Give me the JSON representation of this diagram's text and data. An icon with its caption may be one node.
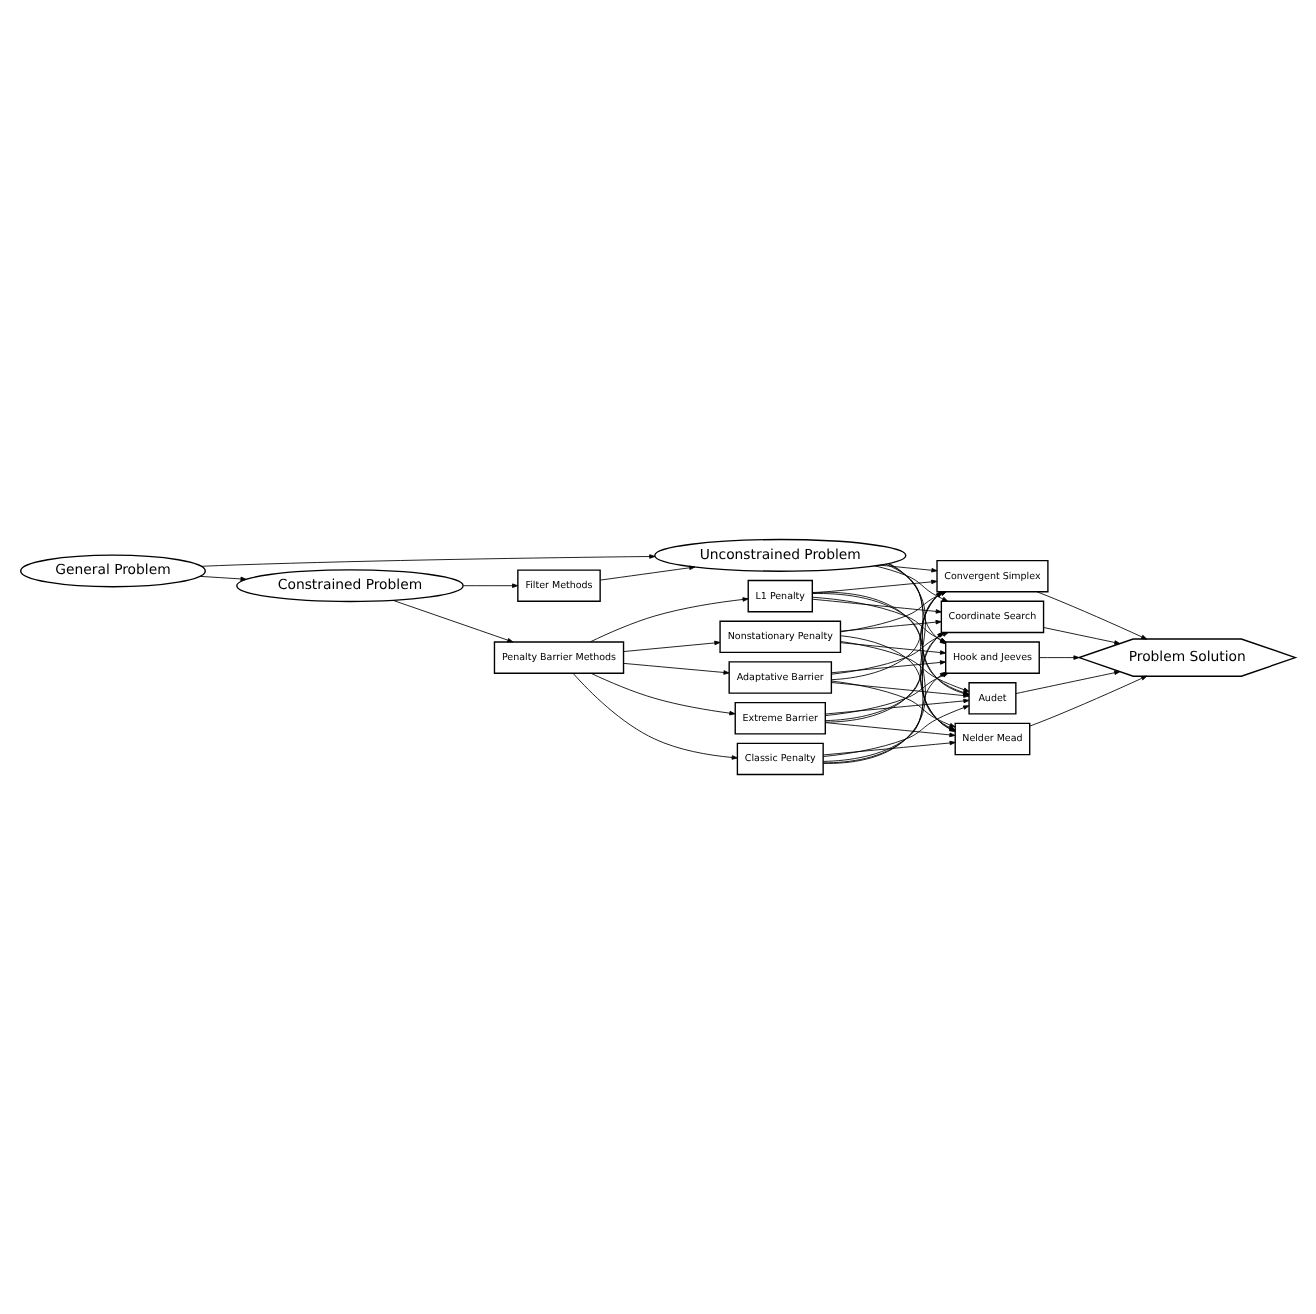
{
  "diagram": {
    "nodes": [
      {
        "text": [
          "General Problem"
        ]
      },
      {
        "text": [
          "Constrained Problem"
        ]
      },
      {
        "text": [
          "Unconstrained Problem"
        ]
      },
      {
        "text": [
          "Penalty Barrier Methods"
        ]
      },
      {
        "text": [
          "Filter Methods"
        ]
      },
      {
        "text": [
          "Nonstationary Penalty"
        ]
      },
      {
        "text": [
          "Adaptative Barrier"
        ]
      },
      {
        "text": [
          "Extreme Barrier"
        ]
      },
      {
        "text": [
          "Classic Penalty"
        ]
      },
      {
        "text": [
          "L1 Penalty"
        ]
      },
      {
        "text": [
          "Coordinate Search"
        ]
      },
      {
        "text": [
          "Hook and Jeeves"
        ]
      },
      {
        "text": [
          "Audet"
        ]
      },
      {
        "text": [
          "Nelder Mead"
        ]
      },
      {
        "text": [
          "Convergent Simplex"
        ]
      },
      {
        "text": [
          "Problem Solution"
        ]
      }
    ],
    "edges": [
      {
        "from": 0,
        "to": 1,
        "arrow": "to"
      },
      {
        "from": 0,
        "to": 2,
        "arrow": "to"
      },
      {
        "from": 1,
        "to": 3,
        "arrow": "to"
      },
      {
        "from": 1,
        "to": 4,
        "arrow": "to"
      },
      {
        "from": 4,
        "to": 2,
        "arrow": "to"
      },
      {
        "from": 3,
        "to": 5,
        "arrow": "to"
      },
      {
        "from": 3,
        "to": 6,
        "arrow": "to"
      },
      {
        "from": 3,
        "to": 7,
        "arrow": "to"
      },
      {
        "from": 3,
        "to": 8,
        "arrow": "to"
      },
      {
        "from": 3,
        "to": 9,
        "arrow": "to"
      },
      {
        "from": 2,
        "to": 10,
        "arrow": "to"
      },
      {
        "from": 2,
        "to": 11,
        "arrow": "to"
      },
      {
        "from": 2,
        "to": 12,
        "arrow": "to"
      },
      {
        "from": 2,
        "to": 13,
        "arrow": "to"
      },
      {
        "from": 2,
        "to": 14,
        "arrow": "to"
      },
      {
        "from": 5,
        "to": 10,
        "arrow": "to"
      },
      {
        "from": 5,
        "to": 11,
        "arrow": "to"
      },
      {
        "from": 5,
        "to": 12,
        "arrow": "to"
      },
      {
        "from": 5,
        "to": 13,
        "arrow": "to"
      },
      {
        "from": 5,
        "to": 14,
        "arrow": "to"
      },
      {
        "from": 6,
        "to": 10,
        "arrow": "to"
      },
      {
        "from": 6,
        "to": 11,
        "arrow": "to"
      },
      {
        "from": 6,
        "to": 12,
        "arrow": "to"
      },
      {
        "from": 6,
        "to": 13,
        "arrow": "to"
      },
      {
        "from": 6,
        "to": 14,
        "arrow": "to"
      },
      {
        "from": 7,
        "to": 10,
        "arrow": "to"
      },
      {
        "from": 7,
        "to": 11,
        "arrow": "to"
      },
      {
        "from": 7,
        "to": 12,
        "arrow": "to"
      },
      {
        "from": 7,
        "to": 13,
        "arrow": "to"
      },
      {
        "from": 7,
        "to": 14,
        "arrow": "to"
      },
      {
        "from": 8,
        "to": 10,
        "arrow": "to"
      },
      {
        "from": 8,
        "to": 11,
        "arrow": "to"
      },
      {
        "from": 8,
        "to": 12,
        "arrow": "to"
      },
      {
        "from": 8,
        "to": 13,
        "arrow": "to"
      },
      {
        "from": 8,
        "to": 14,
        "arrow": "to"
      },
      {
        "from": 9,
        "to": 10,
        "arrow": "to"
      },
      {
        "from": 9,
        "to": 11,
        "arrow": "to"
      },
      {
        "from": 9,
        "to": 12,
        "arrow": "to"
      },
      {
        "from": 9,
        "to": 13,
        "arrow": "to"
      },
      {
        "from": 9,
        "to": 14,
        "arrow": "to"
      },
      {
        "from": 10,
        "to": 15,
        "arrow": "to"
      },
      {
        "from": 11,
        "to": 15,
        "arrow": "to"
      },
      {
        "from": 12,
        "to": 15,
        "arrow": "to"
      },
      {
        "from": 13,
        "to": 15,
        "arrow": "to"
      },
      {
        "from": 14,
        "to": 15,
        "arrow": "to"
      }
    ]
  }
}
